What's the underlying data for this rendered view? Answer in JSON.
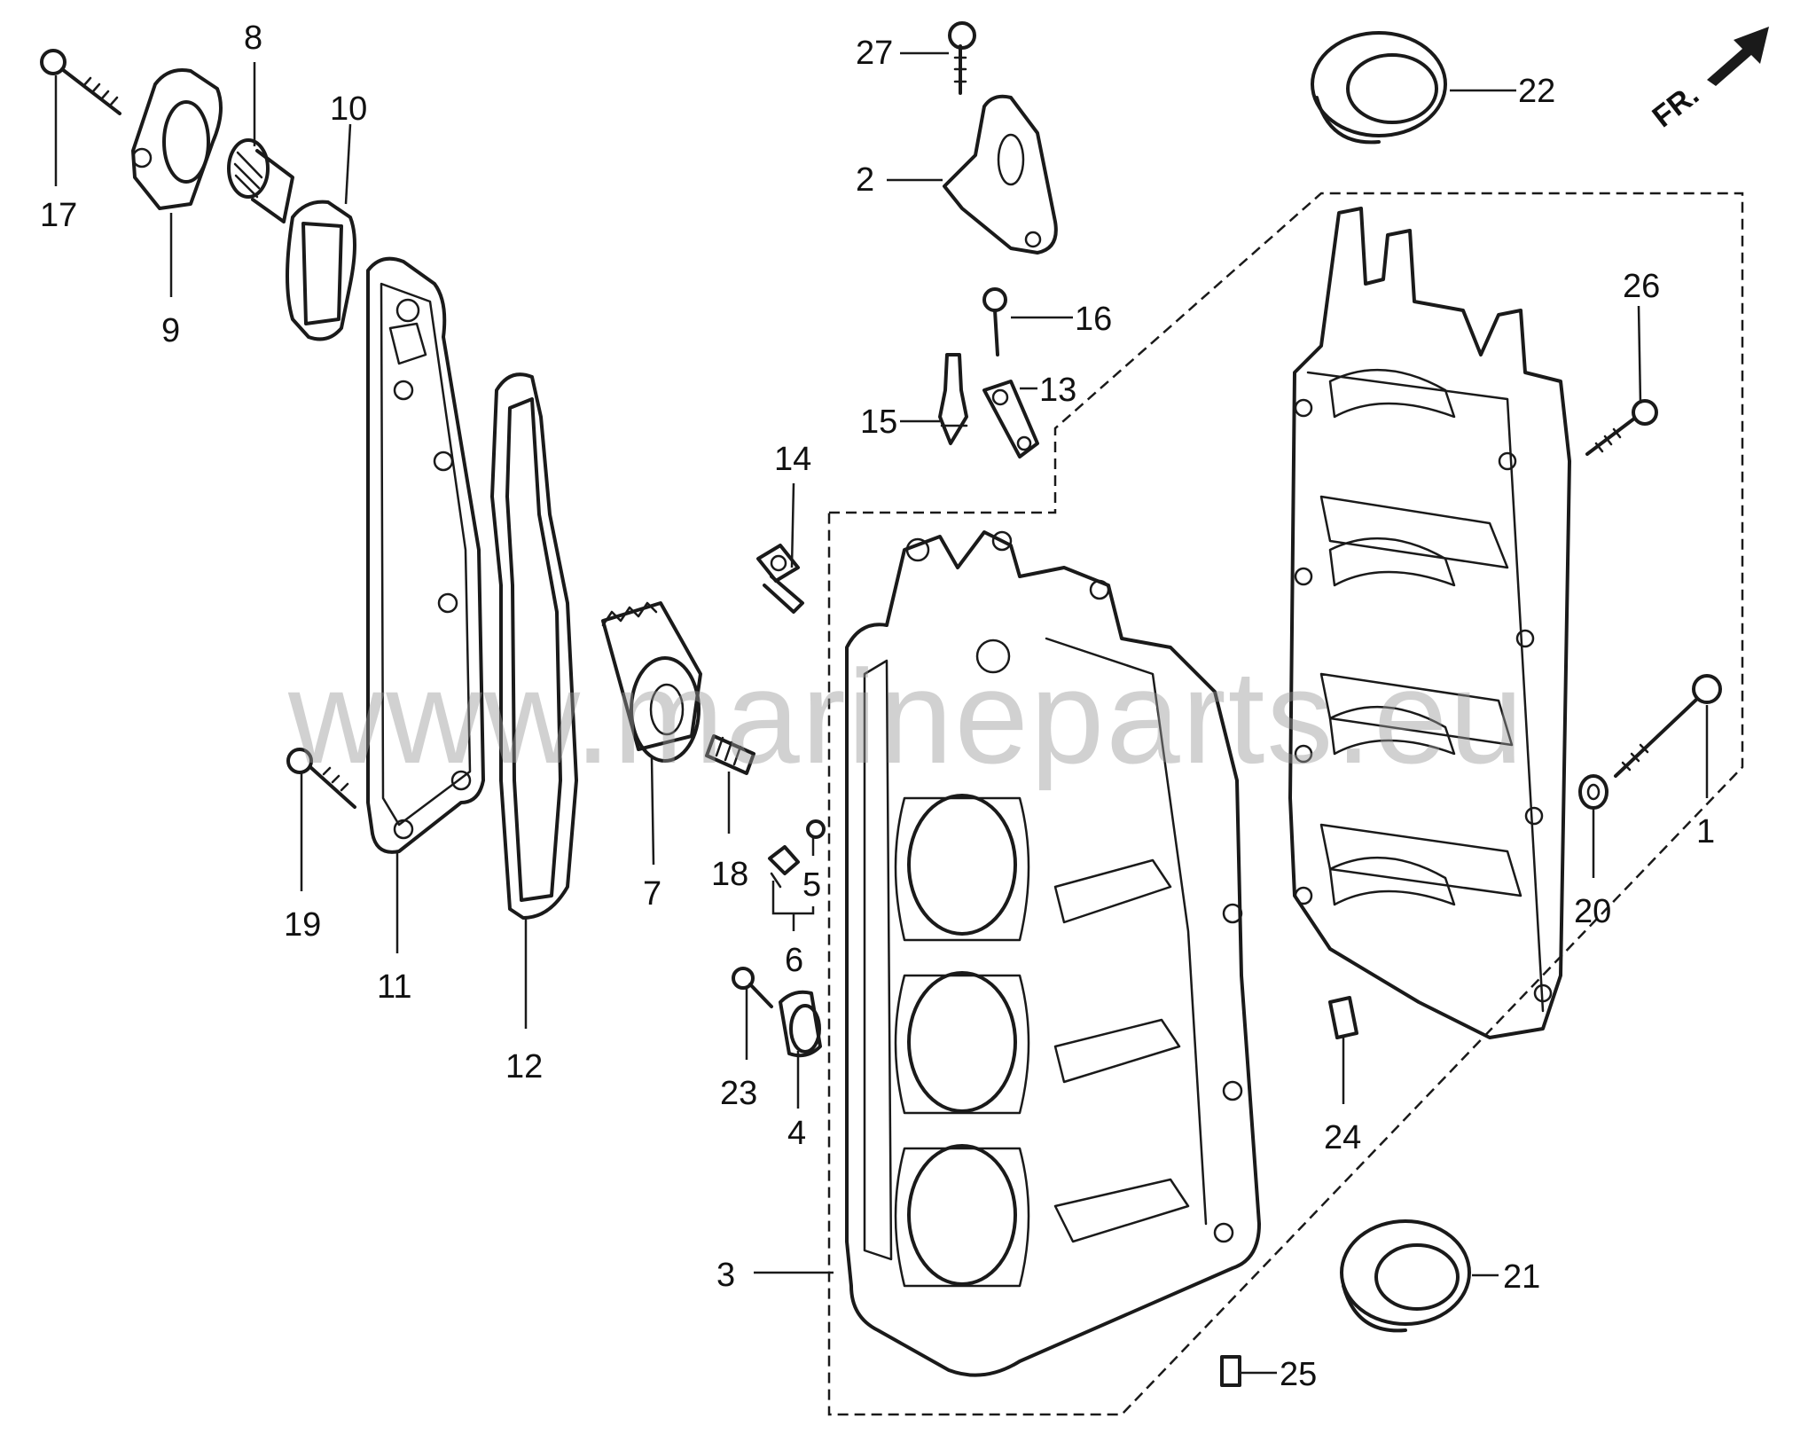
{
  "watermark": "www.marineparts.eu",
  "orientation_label": "FR.",
  "callouts": [
    "1",
    "2",
    "3",
    "4",
    "5",
    "6",
    "7",
    "8",
    "9",
    "10",
    "11",
    "12",
    "13",
    "14",
    "15",
    "16",
    "17",
    "18",
    "19",
    "20",
    "21",
    "22",
    "23",
    "24",
    "25",
    "26",
    "27"
  ]
}
